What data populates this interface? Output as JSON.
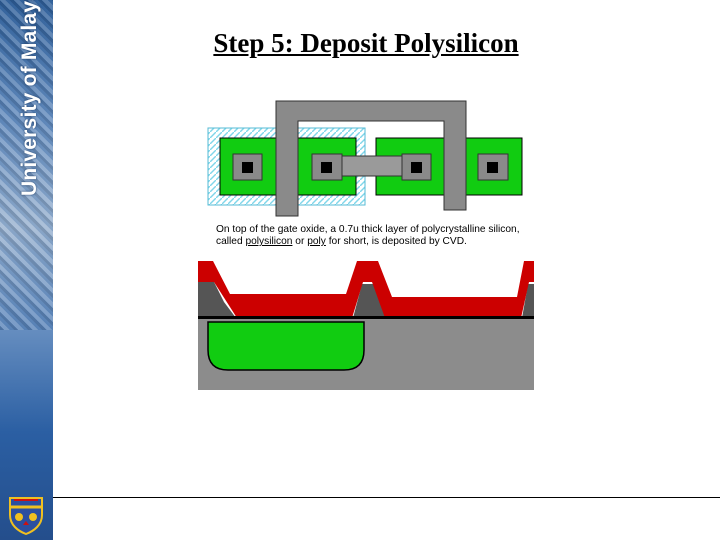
{
  "slide": {
    "title": "Step 5: Deposit Polysilicon",
    "sidebar_text": "University of Malaya",
    "crest_icon": "university-crest-icon"
  },
  "caption": {
    "part1": "On top of the gate oxide, a 0.7u thick layer of polycrystalline silicon, called ",
    "term1": "polysilicon",
    "part2": " or ",
    "term2": "poly",
    "part3": " for short, is deposited by CVD."
  },
  "colors": {
    "active_green": "#11cc11",
    "poly_gray": "#888888",
    "well_hatch": "#a8e0ee",
    "deposited_poly_red": "#cc0000",
    "substrate_gray": "#8c8c8c",
    "field_oxide_dark": "#555555"
  }
}
